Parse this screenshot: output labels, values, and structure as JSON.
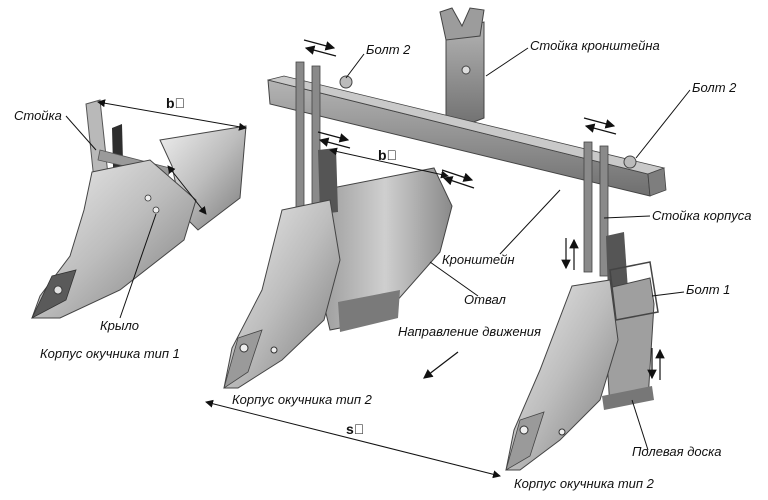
{
  "labels": {
    "bolt2_left": "Болт 2",
    "bracket_post": "Стойка кронштейна",
    "bolt2_right": "Болт 2",
    "post": "Стойка",
    "body_post": "Стойка корпуса",
    "bracket": "Кронштейн",
    "bolt1": "Болт 1",
    "wing": "Крыло",
    "moldboard": "Отвал",
    "direction": "Направление движения",
    "type1": "Корпус окучника  тип 1",
    "type2_mid": "Корпус окучника  тип 2",
    "field_board": "Полевая доска",
    "type2_bottom": "Корпус окучника  тип 2"
  },
  "dimensions": {
    "b_left": "b⃞",
    "b_mid": "b⃞",
    "s": "s⃞"
  },
  "colors": {
    "metal_light": "#d9d9d9",
    "metal_mid": "#a8a8a8",
    "metal_dark": "#6e6e6e",
    "frame": "#8c8c8c",
    "ink": "#111111"
  }
}
